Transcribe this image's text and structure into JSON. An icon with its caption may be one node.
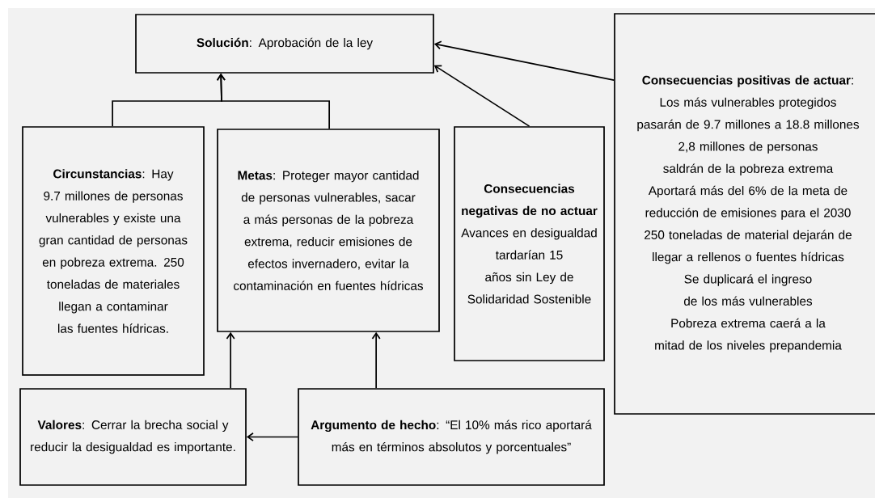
{
  "diagram": {
    "nodes": [
      {
        "text": [
          "**Solución**: Aprobación de la ley"
        ]
      },
      {
        "text": [
          "**Circunstancias**: Hay 9.7 millones de personas vulnerables y existe una gran cantidad de personas en pobreza extrema. 250 toneladas de materiales llegan a contaminar las fuentes hídricas."
        ]
      },
      {
        "text": [
          "**Metas**: Proteger mayor cantidad de personas vulnerables, sacar a más personas de la pobreza extrema, reducir emisiones de efectos invernadero, evitar la contaminación en fuentes hídricas"
        ]
      },
      {
        "text": [
          "Consecuencias negativas de no actuar",
          "Avances en desigualdad tardarían 15 años sin Ley de Solidaridad Sostenible"
        ]
      },
      {
        "text": [
          "**Consecuencias positivas de actuar**: Los más vulnerables protegidos pasarán de 9.7 millones a 18.8 millones",
          "2,8 millones de personas saldrán de la pobreza extrema",
          "Aportará más del 6% de la meta de reducción de emisiones para el 2030",
          "250 toneladas de material dejarán de llegar a rellenos o fuentes hídricas",
          "Se duplicará el ingreso de los más vulnerables",
          "Pobreza extrema caerá a la mitad de los niveles prepandemia"
        ]
      },
      {
        "text": [
          "**Valores**: Cerrar la brecha social y reducir la desigualdad es importante."
        ]
      },
      {
        "text": [
          "**Argumento de hecho**: “El 10% más rico aportará más en términos absolutos y porcentuales”"
        ]
      }
    ],
    "edges": [
      {
        "from": 1,
        "to": 0,
        "arrow": "to"
      },
      {
        "from": 2,
        "to": 0,
        "arrow": "to"
      },
      {
        "from": 3,
        "to": 0,
        "arrow": "to"
      },
      {
        "from": 4,
        "to": 0,
        "arrow": "to"
      },
      {
        "from": 5,
        "to": 2,
        "arrow": "to"
      },
      {
        "from": 6,
        "to": 2,
        "arrow": "to"
      },
      {
        "from": 6,
        "to": 5,
        "arrow": "to"
      }
    ]
  }
}
